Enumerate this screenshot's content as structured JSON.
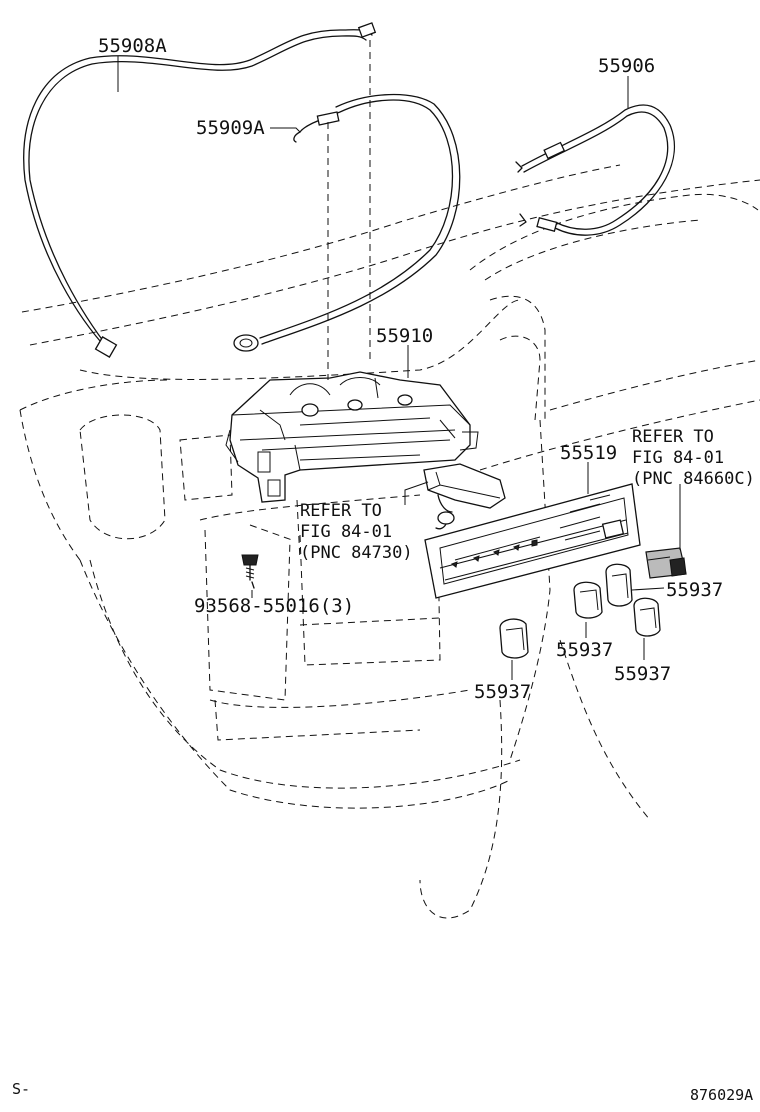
{
  "labels": {
    "p55908a": "55908A",
    "p55909a": "55909A",
    "p55906": "55906",
    "p55910": "55910",
    "p55519": "55519",
    "p93568": "93568-55016(3)",
    "p55937_a": "55937",
    "p55937_b": "55937",
    "p55937_c": "55937",
    "p55937_d": "55937"
  },
  "refs": {
    "center": [
      "REFER TO",
      "FIG 84-01",
      "(PNC 84730)"
    ],
    "right": [
      "REFER TO",
      "FIG 84-01",
      "(PNC 84660C)"
    ]
  },
  "corner": {
    "left": "S-",
    "right": "876029A"
  }
}
